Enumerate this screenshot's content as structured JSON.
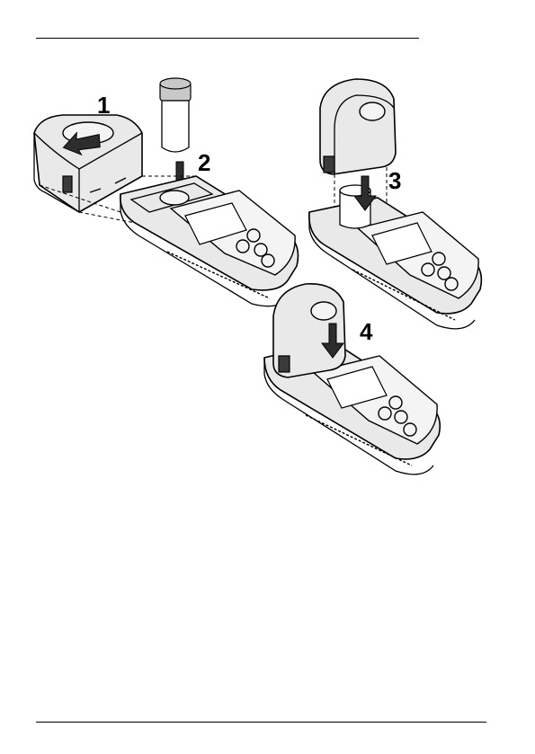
{
  "figure": {
    "steps": [
      "1",
      "2",
      "3",
      "4"
    ]
  }
}
